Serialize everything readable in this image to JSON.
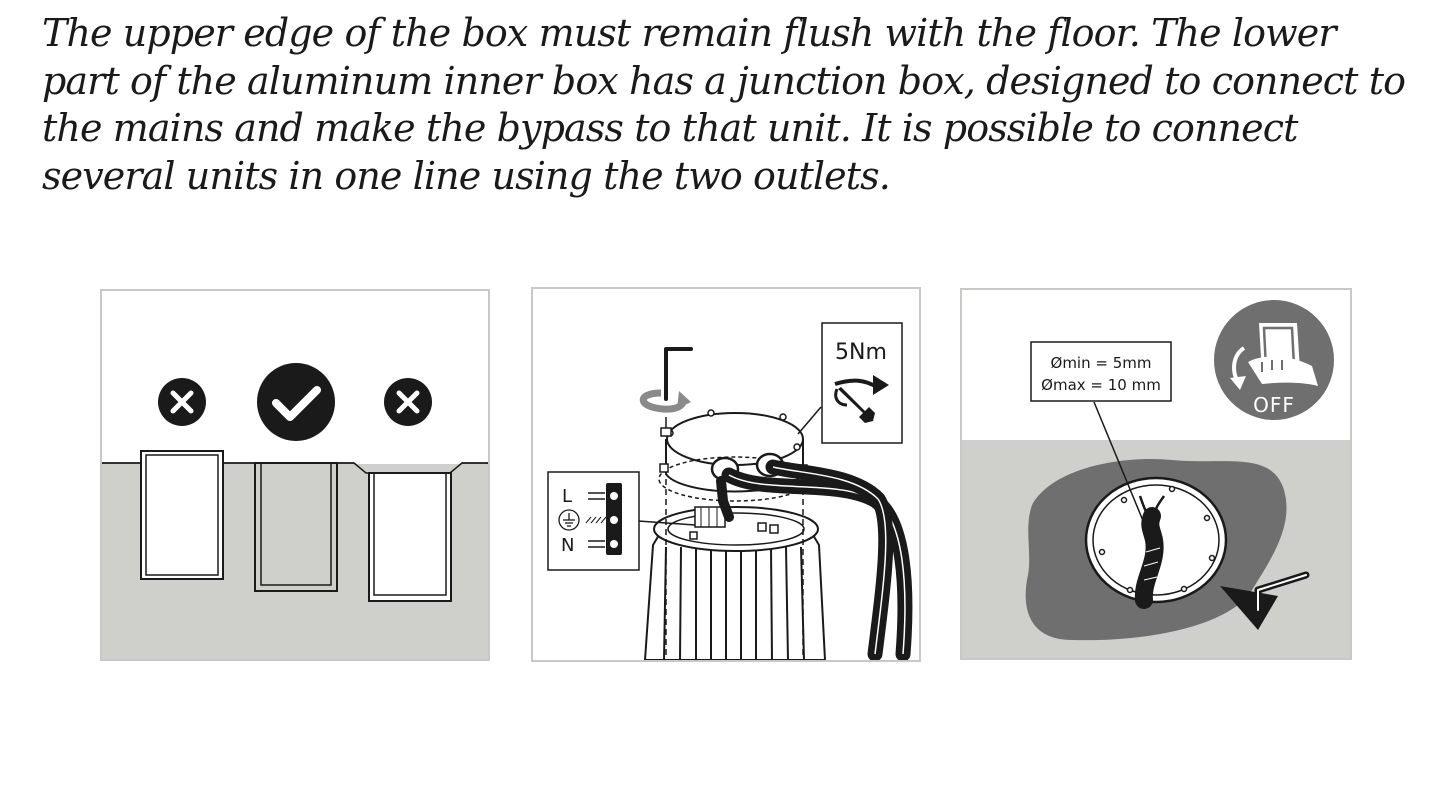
{
  "intro_text": "The upper edge of the box must remain flush with the floor. The lower part of the aluminum inner box has a junction box, designed to connect to the mains and make the bypass to that unit. It is possible to connect several units in one line using the two outlets.",
  "panel_flush": {
    "icons": [
      "cross-icon",
      "check-icon",
      "cross-icon"
    ],
    "ground_color": "#cfcfcb"
  },
  "panel_junction": {
    "torque_label": "5Nm",
    "wiring_labels": {
      "line": "L",
      "neutral": "N"
    },
    "icons": [
      "hex-key-icon",
      "rotate-arrow-icon",
      "wrench-icon",
      "earth-ground-icon"
    ]
  },
  "panel_cable": {
    "diameter_min": "Ømin = 5mm",
    "diameter_max": "Ømax = 10  mm",
    "switch_label": "OFF",
    "icons": [
      "power-switch-icon",
      "down-arrow-icon"
    ],
    "ground_color": "#cfcfcb",
    "hole_color": "#6f6f6f"
  }
}
